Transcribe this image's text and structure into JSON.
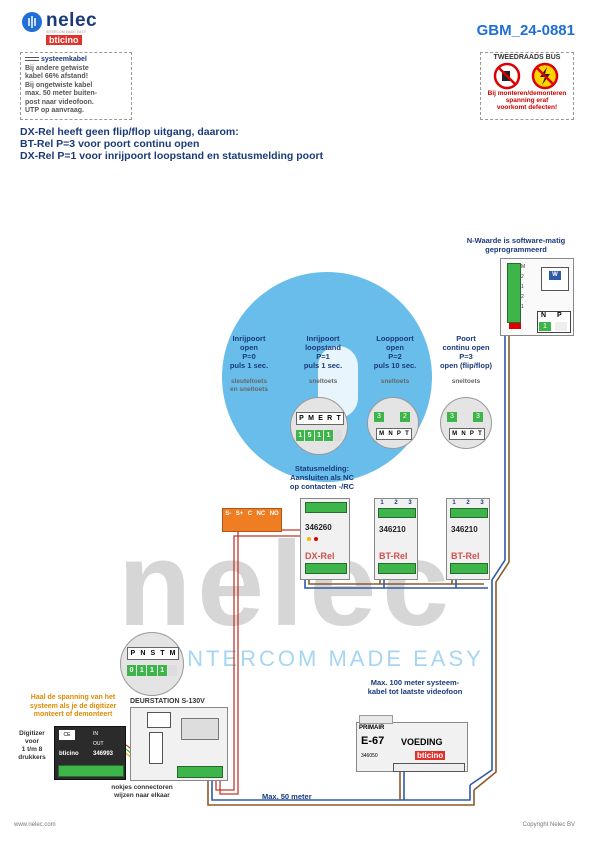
{
  "header": {
    "brand_top": "nelec",
    "brand_tagline": "INTERCOM MADE EASY",
    "brand_bottom": "bticino",
    "doc_id": "GBM_24-0881"
  },
  "cable_note": {
    "title": "systeemkabel",
    "lines": [
      "Bij andere getwiste",
      "kabel 66% afstand!",
      "Bij ongetwiste kabel",
      "max. 50 meter buiten-",
      "post naar videofoon.",
      "UTP op aanvraag."
    ]
  },
  "warning": {
    "title": "TWEEDRAADS BUS",
    "lines": [
      "Bij monteren/demonteren",
      "spanning eraf",
      "voorkomt defecten!"
    ]
  },
  "headline": [
    "DX-Rel heeft geen flip/flop uitgang, daarom:",
    "BT-Rel P=3 voor poort continu open",
    "DX-Rel P=1 voor inrijpoort loopstand en statusmelding poort"
  ],
  "nwaarde": [
    "N-Waarde is software-matig",
    "geprogrammeerd"
  ],
  "videofoon": {
    "badge": "W",
    "n_label": "N",
    "p_label": "P",
    "n_value": "1",
    "p_value": "",
    "terminals": [
      "M",
      "2",
      "1",
      "2",
      "1"
    ]
  },
  "columns": [
    {
      "title": [
        "Inrijpoort",
        "open",
        "P=0",
        "puls 1 sec."
      ],
      "sub": [
        "sleuteltoets",
        "en sneltoets"
      ]
    },
    {
      "title": [
        "Inrijpoort",
        "loopstand",
        "P=1",
        "puls 1 sec."
      ],
      "sub": [
        "sneltoets"
      ]
    },
    {
      "title": [
        "Looppoort",
        "open",
        "P=2",
        "puls 10 sec."
      ],
      "sub": [
        "sneltoets"
      ]
    },
    {
      "title": [
        "Poort",
        "continu open",
        "P=3",
        "open (flip/flop)"
      ],
      "sub": [
        "sneltoets"
      ]
    }
  ],
  "dxrel_keys": {
    "labels": [
      "P",
      "M",
      "E",
      "R",
      "T"
    ],
    "values": [
      "1",
      "5",
      "1",
      "1"
    ]
  },
  "btrel1_keys": {
    "left": "3",
    "right": "2",
    "labels": [
      "M",
      "N",
      "P",
      "T"
    ]
  },
  "btrel2_keys": {
    "left": "3",
    "right": "3",
    "labels": [
      "M",
      "N",
      "P",
      "T"
    ]
  },
  "statusmelding": [
    "Statusmelding:",
    "Aansluiten als NC",
    "op contacten -/RC"
  ],
  "status_terminal": {
    "labels": [
      "S-",
      "S+",
      "C",
      "NC",
      "NO"
    ]
  },
  "modules": [
    {
      "code": "346260",
      "name": "DX-Rel"
    },
    {
      "code": "346210",
      "name": "BT-Rel",
      "terms": [
        "1",
        "2",
        "3"
      ]
    },
    {
      "code": "346210",
      "name": "BT-Rel",
      "terms": [
        "1",
        "2",
        "3"
      ]
    }
  ],
  "deurstation": {
    "keys": [
      "P",
      "N",
      "S",
      "T",
      "M"
    ],
    "values": [
      "0",
      "1",
      "1",
      "1"
    ],
    "title": "DEURSTATION S-130V"
  },
  "power_note": [
    "Haal de spanning van het",
    "systeem als je de digitizer",
    "monteert of demonteert"
  ],
  "digitizer_label": [
    "Digitizer",
    "voor",
    "1 t/m 8",
    "drukkers"
  ],
  "digitizer": {
    "brand": "bticino",
    "code": "346993",
    "in": "IN",
    "out": "OUT"
  },
  "nokjes": [
    "nokjes connectoren",
    "wijzen naar elkaar"
  ],
  "max100": [
    "Max. 100 meter systeem-",
    "kabel tot laatste videofoon"
  ],
  "max50": "Max. 50 meter",
  "voeding": {
    "primair": "PRIMAIR",
    "model": "E-67",
    "label": "VOEDING",
    "code": "346050",
    "brand": "bticino"
  },
  "footer": {
    "left": "www.nelec.com",
    "right": "Copyright Nelec BV"
  },
  "watermark": {
    "big": "nelec",
    "sub": "INTERCOM MADE EASY"
  },
  "colors": {
    "blue": "#1a3a7a",
    "accent": "#1f6fd6",
    "orange": "#e08a00",
    "wire_red": "#c0392b",
    "wire_blue": "#2e5aa8",
    "wire_brown": "#8a5a2b",
    "green": "#3db54a"
  }
}
